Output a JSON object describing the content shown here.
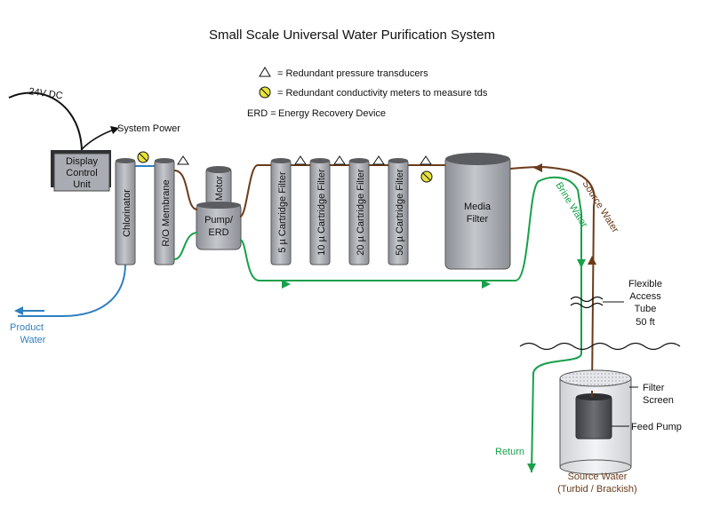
{
  "title": "Small Scale Universal Water Purification System",
  "legend": {
    "pressure": "= Redundant pressure transducers",
    "conductivity": "= Redundant conductivity meters to measure tds",
    "erd_key": "ERD =",
    "erd_value": "Energy Recovery Device"
  },
  "power": {
    "voltage": "24V DC",
    "system_power": "System Power"
  },
  "display_unit": [
    "Display",
    "Control",
    "Unit"
  ],
  "components": {
    "chlorinator": "Chlorinator",
    "ro_membrane": "R/O Membrane",
    "motor": "Motor",
    "pump_erd": [
      "Pump/",
      "ERD"
    ],
    "filter_5": "5 µ  Cartridge Filter",
    "filter_10": "10 µ  Cartridge Filter",
    "filter_20": "20 µ  Cartridge Filter",
    "filter_50": "50 µ  Cartridge Filter",
    "media_filter": [
      "Media",
      "Filter"
    ]
  },
  "flows": {
    "product_water": [
      "Product",
      "Water"
    ],
    "source_water_pipe": "Source Water",
    "brine_water": "Brine Water",
    "return": "Return"
  },
  "tube": [
    "Flexible",
    "Access",
    "Tube",
    "50 ft"
  ],
  "tank": {
    "filter_screen": [
      "Filter",
      "Screen"
    ],
    "feed_pump": "Feed Pump",
    "source_water": [
      "Source Water",
      "(Turbid / Brackish)"
    ]
  },
  "colors": {
    "product": "#2f7fc1",
    "brine": "#18a04a",
    "source": "#6b3b1a",
    "conductivity_meter": "#e8e33a",
    "component_gray": "#a9acb2"
  }
}
